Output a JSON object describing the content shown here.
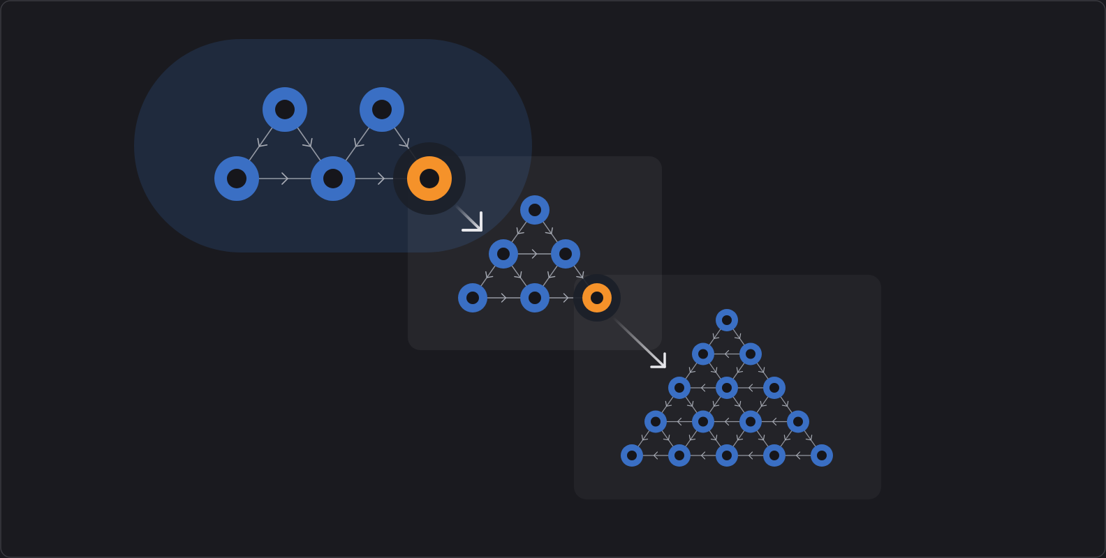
{
  "colors": {
    "background": "#1a1a1f",
    "frame_border": "#3a3a40",
    "node_blue": "#3a6fc4",
    "node_orange": "#f5922a",
    "node_hole": "#16161b",
    "edge": "#a9adb6",
    "arrow": "#e8e8ec",
    "panel_blue": "#1f2a3d",
    "panel_gray": "#26262b",
    "panel_gray_light": "#2a2a30"
  },
  "diagram": {
    "stages": [
      {
        "name": "stage-1",
        "panel": "blue-pill",
        "node_count": 5,
        "highlighted_node": "orange",
        "description_icon": "graph-two-triangles"
      },
      {
        "name": "stage-2",
        "panel": "gray-card",
        "node_count": 6,
        "highlighted_node": "orange",
        "description_icon": "graph-triangle-3-rows"
      },
      {
        "name": "stage-3",
        "panel": "gray-card",
        "node_count": 15,
        "highlighted_node": null,
        "description_icon": "graph-triangle-5-rows"
      }
    ],
    "transitions": [
      {
        "from": "stage-1",
        "to": "stage-2",
        "icon": "arrow-down-right-icon"
      },
      {
        "from": "stage-2",
        "to": "stage-3",
        "icon": "arrow-down-right-icon"
      }
    ]
  }
}
